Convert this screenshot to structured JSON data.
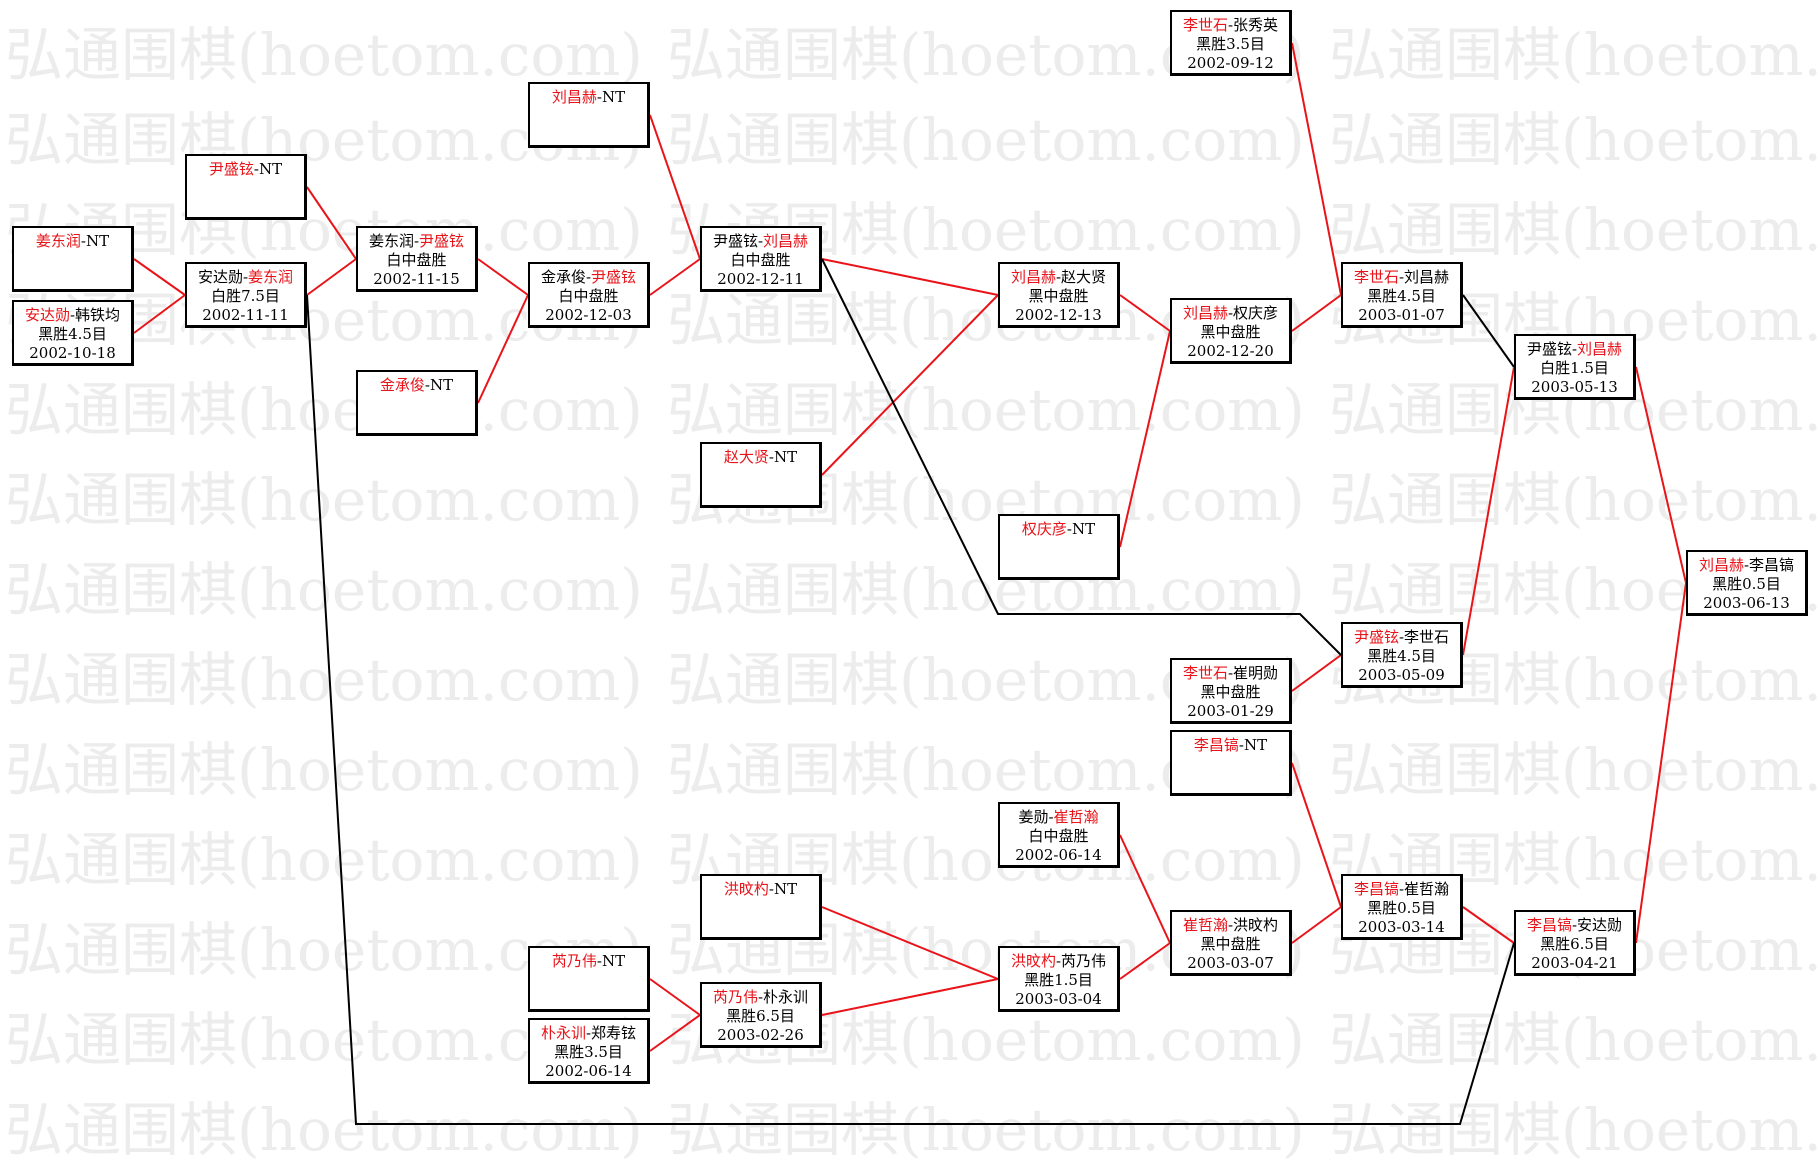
{
  "watermark": "弘通围棋(hoetom.com)",
  "colors": {
    "winner": "#e8141a",
    "line_red": "#e8141a",
    "line_black": "#000000",
    "watermark": "#ececec"
  },
  "nodes": [
    {
      "id": "n01",
      "p1": "姜东润",
      "sep": "-",
      "p2": "NT",
      "win": 1,
      "result": "",
      "date": ""
    },
    {
      "id": "n02",
      "p1": "安达勋",
      "sep": "-",
      "p2": "韩铁均",
      "win": 1,
      "result": "黑胜4.5目",
      "date": "2002-10-18"
    },
    {
      "id": "n03",
      "p1": "尹盛铉",
      "sep": "-",
      "p2": "NT",
      "win": 1,
      "result": "",
      "date": ""
    },
    {
      "id": "n04",
      "p1": "安达勋",
      "sep": "-",
      "p2": "姜东润",
      "win": 2,
      "result": "白胜7.5目",
      "date": "2002-11-11"
    },
    {
      "id": "n05",
      "p1": "姜东润",
      "sep": "-",
      "p2": "尹盛铉",
      "win": 2,
      "result": "白中盘胜",
      "date": "2002-11-15"
    },
    {
      "id": "n06",
      "p1": "金承俊",
      "sep": "-",
      "p2": "NT",
      "win": 1,
      "result": "",
      "date": ""
    },
    {
      "id": "n07",
      "p1": "刘昌赫",
      "sep": "-",
      "p2": "NT",
      "win": 1,
      "result": "",
      "date": ""
    },
    {
      "id": "n08",
      "p1": "金承俊",
      "sep": "-",
      "p2": "尹盛铉",
      "win": 2,
      "result": "白中盘胜",
      "date": "2002-12-03"
    },
    {
      "id": "n09",
      "p1": "尹盛铉",
      "sep": "-",
      "p2": "刘昌赫",
      "win": 2,
      "result": "白中盘胜",
      "date": "2002-12-11"
    },
    {
      "id": "n10",
      "p1": "赵大贤",
      "sep": "-",
      "p2": "NT",
      "win": 1,
      "result": "",
      "date": ""
    },
    {
      "id": "n11",
      "p1": "刘昌赫",
      "sep": "-",
      "p2": "赵大贤",
      "win": 1,
      "result": "黑中盘胜",
      "date": "2002-12-13"
    },
    {
      "id": "n12",
      "p1": "权庆彦",
      "sep": "-",
      "p2": "NT",
      "win": 1,
      "result": "",
      "date": ""
    },
    {
      "id": "n13",
      "p1": "刘昌赫",
      "sep": "-",
      "p2": "权庆彦",
      "win": 1,
      "result": "黑中盘胜",
      "date": "2002-12-20"
    },
    {
      "id": "n14",
      "p1": "李世石",
      "sep": "-",
      "p2": "张秀英",
      "win": 1,
      "result": "黑胜3.5目",
      "date": "2002-09-12"
    },
    {
      "id": "n15",
      "p1": "李世石",
      "sep": "-",
      "p2": "刘昌赫",
      "win": 1,
      "result": "黑胜4.5目",
      "date": "2003-01-07"
    },
    {
      "id": "n16",
      "p1": "李世石",
      "sep": "-",
      "p2": "崔明勋",
      "win": 1,
      "result": "黑中盘胜",
      "date": "2003-01-29"
    },
    {
      "id": "n17",
      "p1": "尹盛铉",
      "sep": "-",
      "p2": "李世石",
      "win": 1,
      "result": "黑胜4.5目",
      "date": "2003-05-09"
    },
    {
      "id": "n18",
      "p1": "尹盛铉",
      "sep": "-",
      "p2": "刘昌赫",
      "win": 2,
      "result": "白胜1.5目",
      "date": "2003-05-13"
    },
    {
      "id": "n19",
      "p1": "刘昌赫",
      "sep": "-",
      "p2": "李昌镐",
      "win": 1,
      "result": "黑胜0.5目",
      "date": "2003-06-13"
    },
    {
      "id": "n20",
      "p1": "李昌镐",
      "sep": "-",
      "p2": "NT",
      "win": 1,
      "result": "",
      "date": ""
    },
    {
      "id": "n21",
      "p1": "姜勋",
      "sep": "-",
      "p2": "崔哲瀚",
      "win": 2,
      "result": "白中盘胜",
      "date": "2002-06-14"
    },
    {
      "id": "n22",
      "p1": "洪旼杓",
      "sep": "-",
      "p2": "NT",
      "win": 1,
      "result": "",
      "date": ""
    },
    {
      "id": "n23",
      "p1": "洪旼杓",
      "sep": "-",
      "p2": "芮乃伟",
      "win": 1,
      "result": "黑胜1.5目",
      "date": "2003-03-04"
    },
    {
      "id": "n24",
      "p1": "崔哲瀚",
      "sep": "-",
      "p2": "洪旼杓",
      "win": 1,
      "result": "黑中盘胜",
      "date": "2003-03-07"
    },
    {
      "id": "n25",
      "p1": "李昌镐",
      "sep": "-",
      "p2": "崔哲瀚",
      "win": 1,
      "result": "黑胜0.5目",
      "date": "2003-03-14"
    },
    {
      "id": "n26",
      "p1": "李昌镐",
      "sep": "-",
      "p2": "安达勋",
      "win": 1,
      "result": "黑胜6.5目",
      "date": "2003-04-21"
    },
    {
      "id": "n27",
      "p1": "芮乃伟",
      "sep": "-",
      "p2": "NT",
      "win": 1,
      "result": "",
      "date": ""
    },
    {
      "id": "n28",
      "p1": "芮乃伟",
      "sep": "-",
      "p2": "朴永训",
      "win": 1,
      "result": "黑胜6.5目",
      "date": "2003-02-26"
    },
    {
      "id": "n29",
      "p1": "朴永训",
      "sep": "-",
      "p2": "郑寿铉",
      "win": 1,
      "result": "黑胜3.5目",
      "date": "2002-06-14"
    }
  ]
}
